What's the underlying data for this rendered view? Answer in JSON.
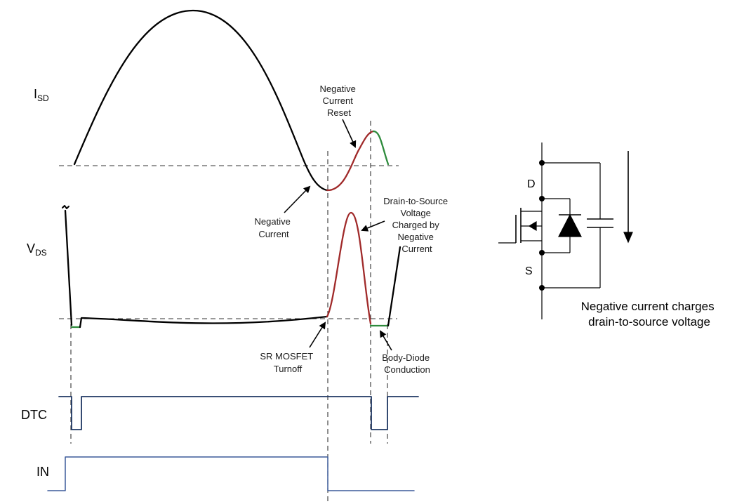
{
  "signals": {
    "isd": {
      "main": "I",
      "sub": "SD"
    },
    "vds": {
      "main": "V",
      "sub": "DS"
    },
    "dtc": {
      "main": "DTC"
    },
    "in": {
      "main": "IN"
    }
  },
  "annotations": {
    "negative_current_reset": [
      "Negative",
      "Current",
      "Reset"
    ],
    "negative_current": [
      "Negative",
      "Current"
    ],
    "drain_to_source": [
      "Drain-to-Source",
      "Voltage",
      "Charged by",
      "Negative",
      "Current"
    ],
    "sr_mosfet_turnoff": [
      "SR MOSFET",
      "Turnoff"
    ],
    "body_diode_conduction": [
      "Body-Diode",
      "Conduction"
    ]
  },
  "circuit": {
    "drain_label": "D",
    "source_label": "S",
    "caption": [
      "Negative current charges",
      "drain-to-source voltage"
    ]
  },
  "colors": {
    "waveform": "#000000",
    "negative_segment": "#a02a2a",
    "diode_segment": "#2e8b3c",
    "logic": "#1f3763",
    "in_signal": "#3b5a9a"
  }
}
